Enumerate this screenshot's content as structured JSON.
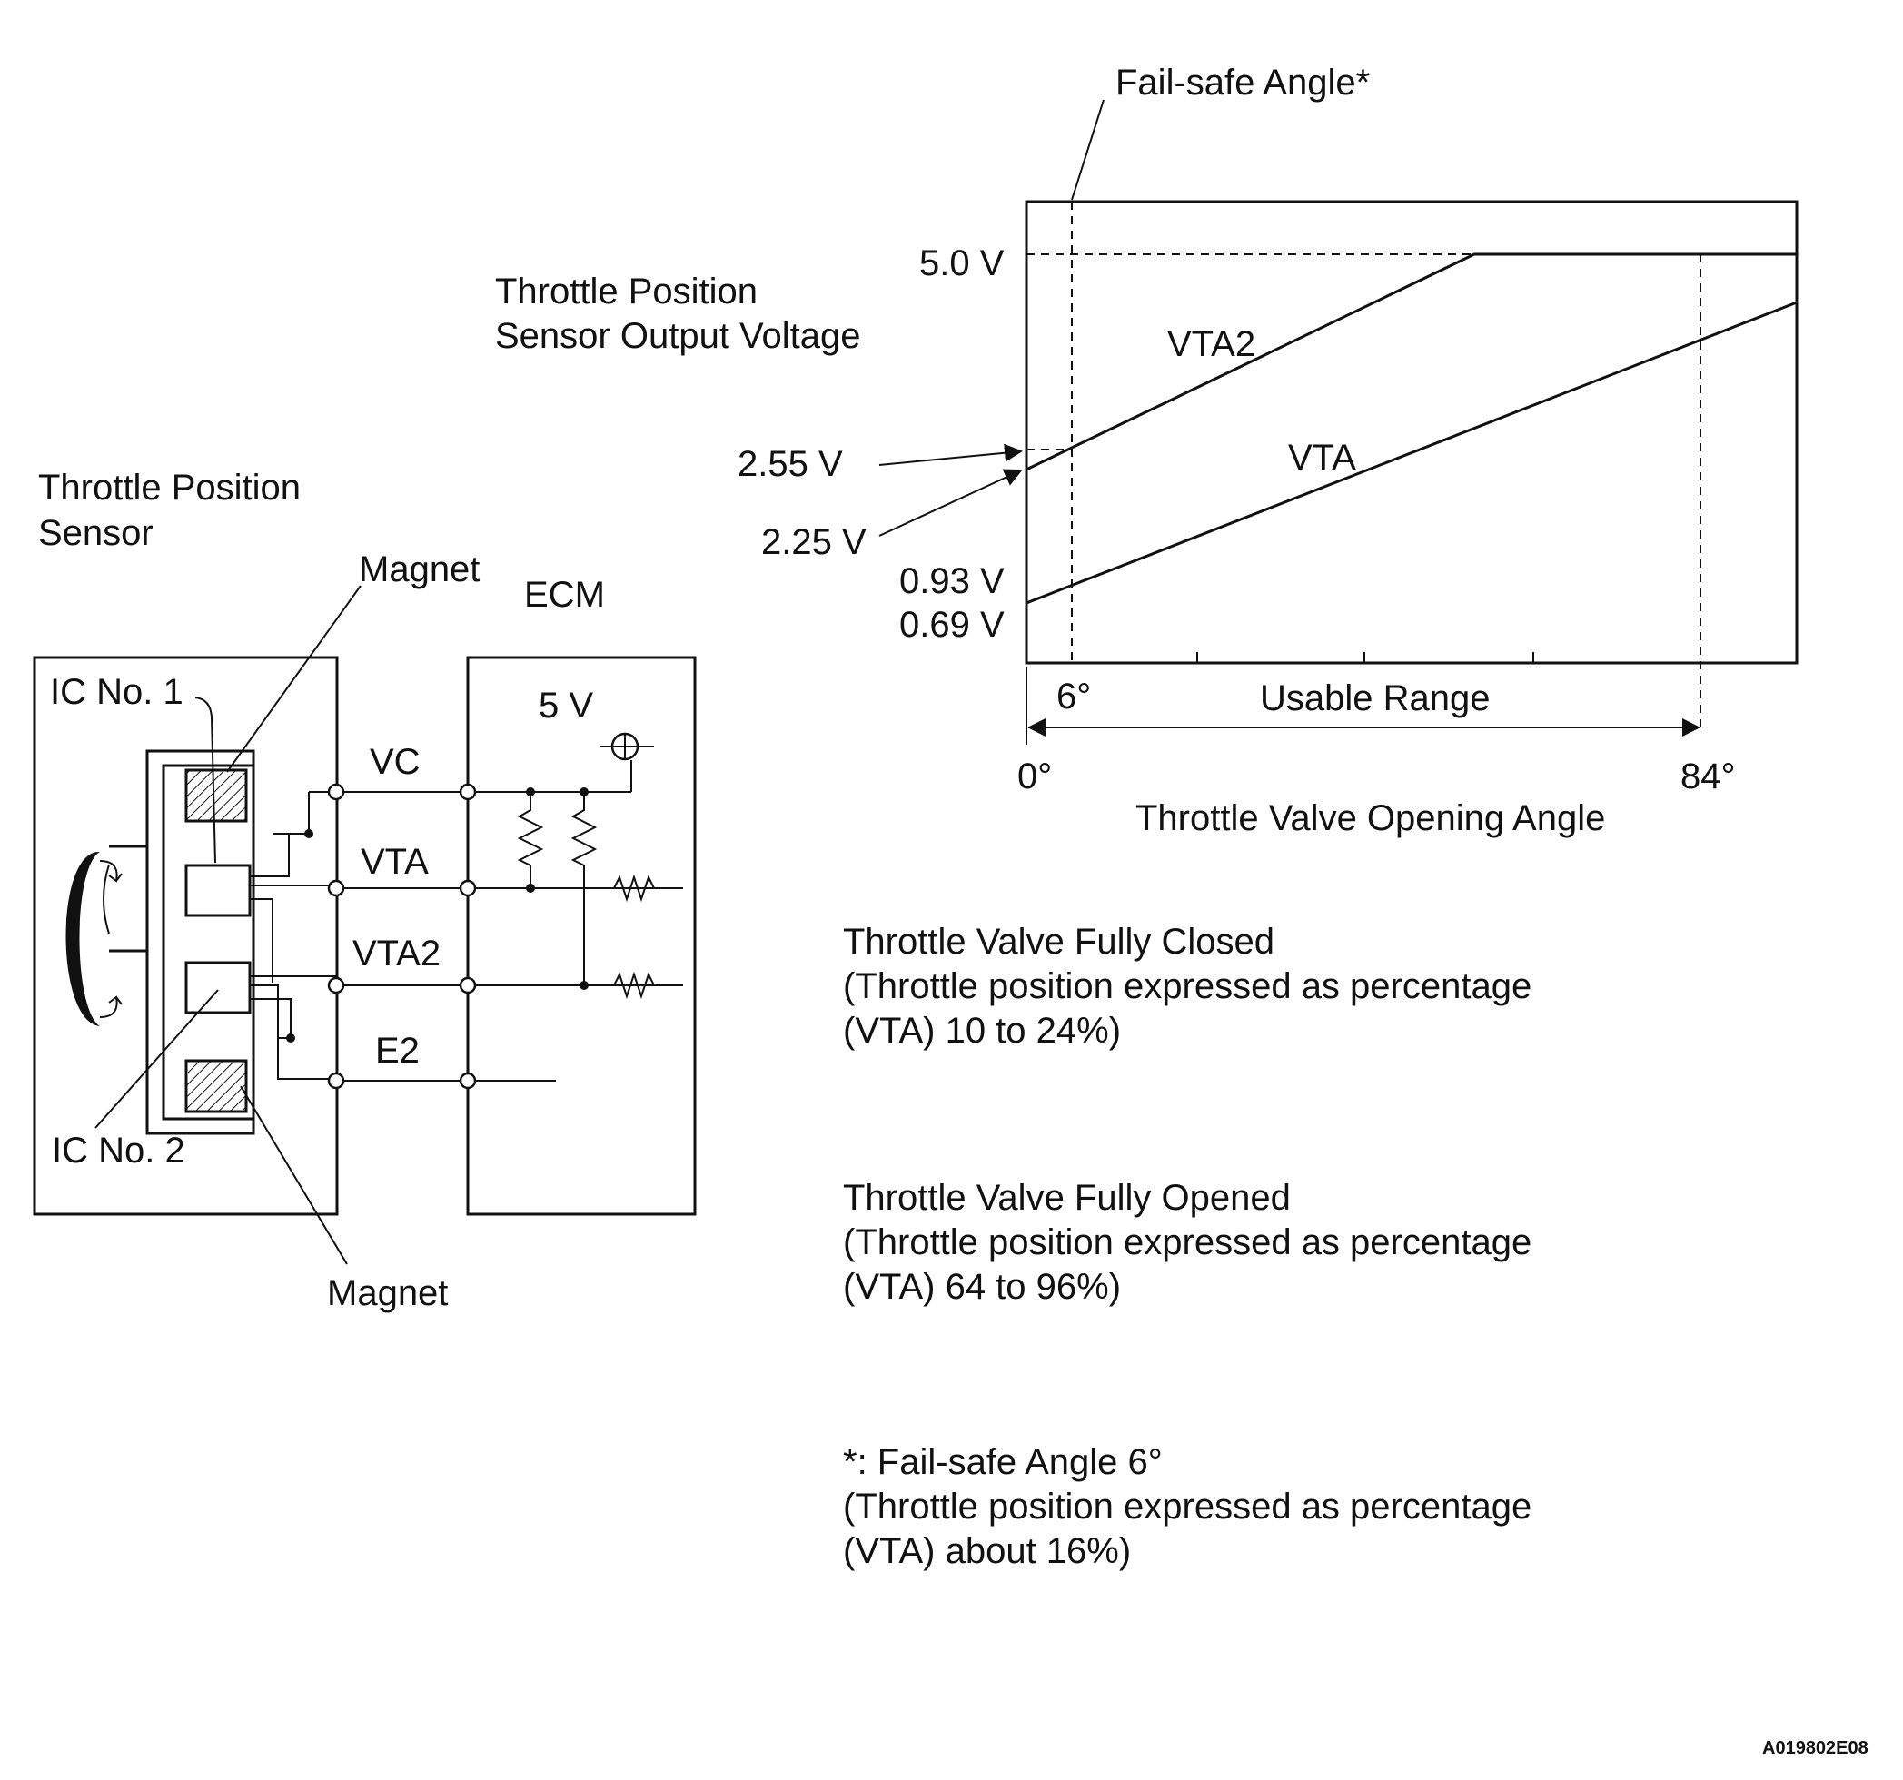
{
  "circuit": {
    "sensor_title_line1": "Throttle Position",
    "sensor_title_line2": "Sensor",
    "magnet_top": "Magnet",
    "magnet_bottom": "Magnet",
    "ecm": "ECM",
    "ic1": "IC No. 1",
    "ic2": "IC No. 2",
    "supply": "5 V",
    "terminals": [
      "VC",
      "VTA",
      "VTA2",
      "E2"
    ]
  },
  "graph": {
    "fail_safe_label": "Fail-safe Angle*",
    "y_title_line1": "Throttle Position",
    "y_title_line2": "Sensor Output Voltage",
    "v_max": "5.0 V",
    "v_255": "2.55 V",
    "v_225": "2.25 V",
    "v_093": "0.93 V",
    "v_069": "0.69 V",
    "vta2_label": "VTA2",
    "vta_label": "VTA",
    "angle_6": "6°",
    "usable_range": "Usable Range",
    "angle_0": "0°",
    "angle_84": "84°",
    "x_title": "Throttle Valve Opening Angle"
  },
  "notes": {
    "closed": [
      "Throttle Valve Fully Closed",
      "(Throttle position expressed as percentage",
      "(VTA) 10 to 24%)"
    ],
    "opened": [
      "Throttle Valve Fully Opened",
      "(Throttle position expressed as percentage",
      "(VTA) 64 to 96%)"
    ],
    "failsafe": [
      "*: Fail-safe Angle 6°",
      "(Throttle position expressed as percentage",
      "(VTA) about 16%)"
    ]
  },
  "figure_code": "A019802E08"
}
